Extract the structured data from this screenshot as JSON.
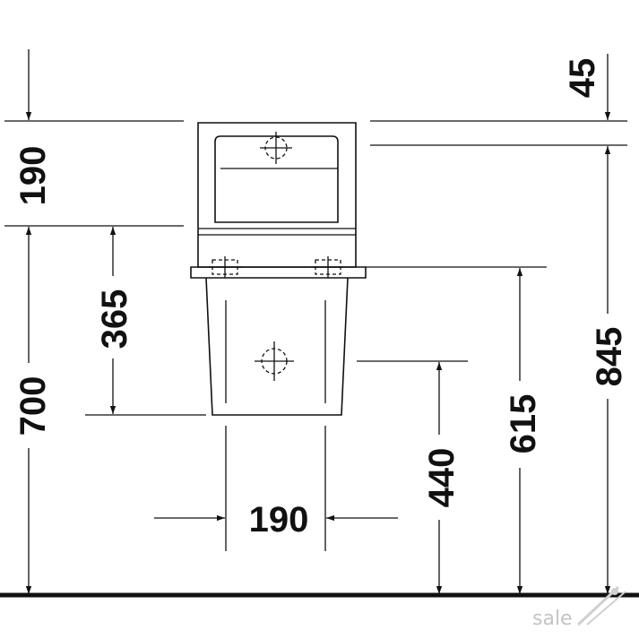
{
  "drawing": {
    "dims": {
      "d45": "45",
      "d190_top": "190",
      "d845": "845",
      "d365": "365",
      "d700": "700",
      "d615": "615",
      "d440": "440",
      "d190_width": "190"
    },
    "watermark": "sale"
  }
}
